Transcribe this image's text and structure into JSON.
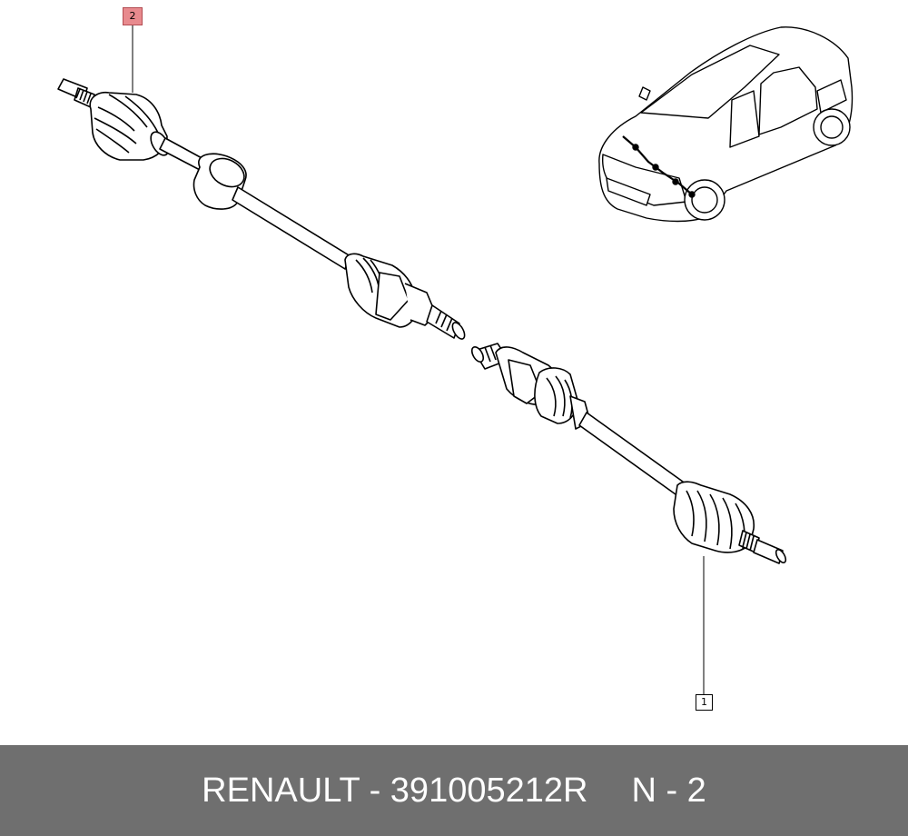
{
  "callouts": {
    "part_2": "2",
    "part_1": "1"
  },
  "footer": {
    "brand_part": "RENAULT - 391005212R",
    "qty": "N - 2"
  },
  "colors": {
    "footer_bg": "#6f6f6f",
    "highlight": "#e88a8e",
    "line": "#000000"
  },
  "icons": [
    "drive-shaft-assembly",
    "car-location-icon"
  ]
}
